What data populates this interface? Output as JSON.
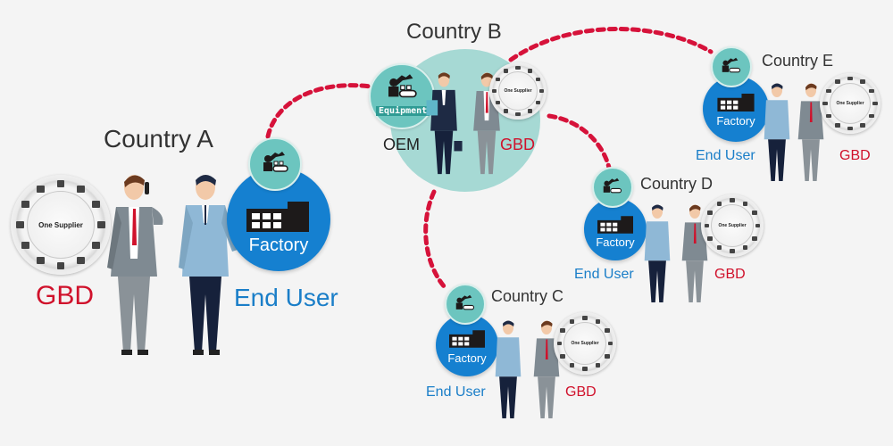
{
  "diagram": {
    "connector_color": "#d6123a",
    "colors": {
      "factory_blue": "#1580d0",
      "equipment_teal": "#6cc5bf",
      "oem_bg_teal": "#a6d9d4",
      "gbd_red": "#d0112b",
      "end_user_blue": "#1a7ec8",
      "background": "#f4f4f4"
    },
    "countries": [
      {
        "id": "A",
        "title": "Country A",
        "supplier_label": "One Supplier",
        "gbd_label": "GBD",
        "end_user_label": "End User",
        "factory_label": "Factory"
      },
      {
        "id": "B",
        "title": "Country B",
        "equipment_label": "Equipment",
        "oem_label": "OEM",
        "gbd_label": "GBD",
        "supplier_label": "One Supplier"
      },
      {
        "id": "C",
        "title": "Country C",
        "supplier_label": "One Supplier",
        "gbd_label": "GBD",
        "end_user_label": "End User",
        "factory_label": "Factory"
      },
      {
        "id": "D",
        "title": "Country D",
        "supplier_label": "One Supplier",
        "gbd_label": "GBD",
        "end_user_label": "End User",
        "factory_label": "Factory"
      },
      {
        "id": "E",
        "title": "Country E",
        "supplier_label": "One Supplier",
        "gbd_label": "GBD",
        "end_user_label": "End User",
        "factory_label": "Factory"
      }
    ],
    "connections": [
      {
        "from": "B",
        "to": "A"
      },
      {
        "from": "B",
        "to": "E"
      },
      {
        "from": "B",
        "to": "D"
      },
      {
        "from": "B",
        "to": "C"
      }
    ],
    "icons": {
      "equipment": "robot-arm-conveyor-icon",
      "factory": "factory-building-icon",
      "person_end_user": "businessman-light-blue-icon",
      "person_gbd": "businessman-phone-gray-icon",
      "person_oem": "businessman-navy-briefcase-icon",
      "supplier": "product-ring-icon"
    }
  }
}
